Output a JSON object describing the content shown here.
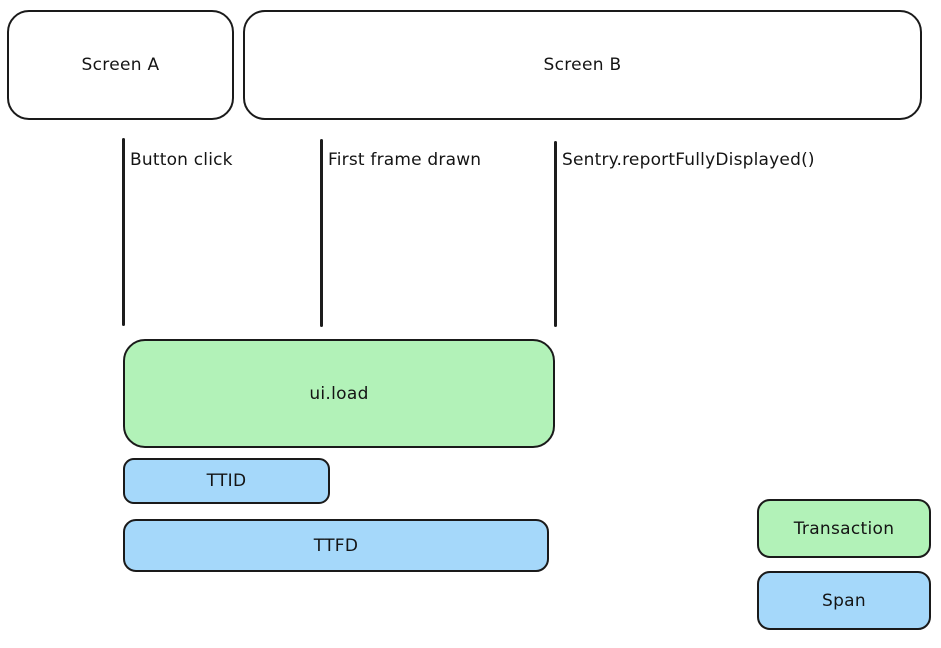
{
  "colors": {
    "transaction_fill": "#b2f2b8",
    "span_fill": "#a5d8fa",
    "stroke": "#1a1a1a",
    "background": "#ffffff",
    "text": "#141414"
  },
  "screens": [
    {
      "id": "screen-a",
      "label": "Screen A"
    },
    {
      "id": "screen-b",
      "label": "Screen B"
    }
  ],
  "markers": [
    {
      "id": "marker-1",
      "label": "Button click"
    },
    {
      "id": "marker-2",
      "label": "First frame drawn"
    },
    {
      "id": "marker-3",
      "label": "Sentry.reportFullyDisplayed()"
    }
  ],
  "bars": [
    {
      "id": "bar-ui-load",
      "label": "ui.load",
      "kind": "Transaction"
    },
    {
      "id": "bar-ttid",
      "label": "TTID",
      "kind": "Span"
    },
    {
      "id": "bar-ttfd",
      "label": "TTFD",
      "kind": "Span"
    }
  ],
  "legend": {
    "items": [
      {
        "id": "legend-transaction",
        "label": "Transaction"
      },
      {
        "id": "legend-span",
        "label": "Span"
      }
    ]
  }
}
